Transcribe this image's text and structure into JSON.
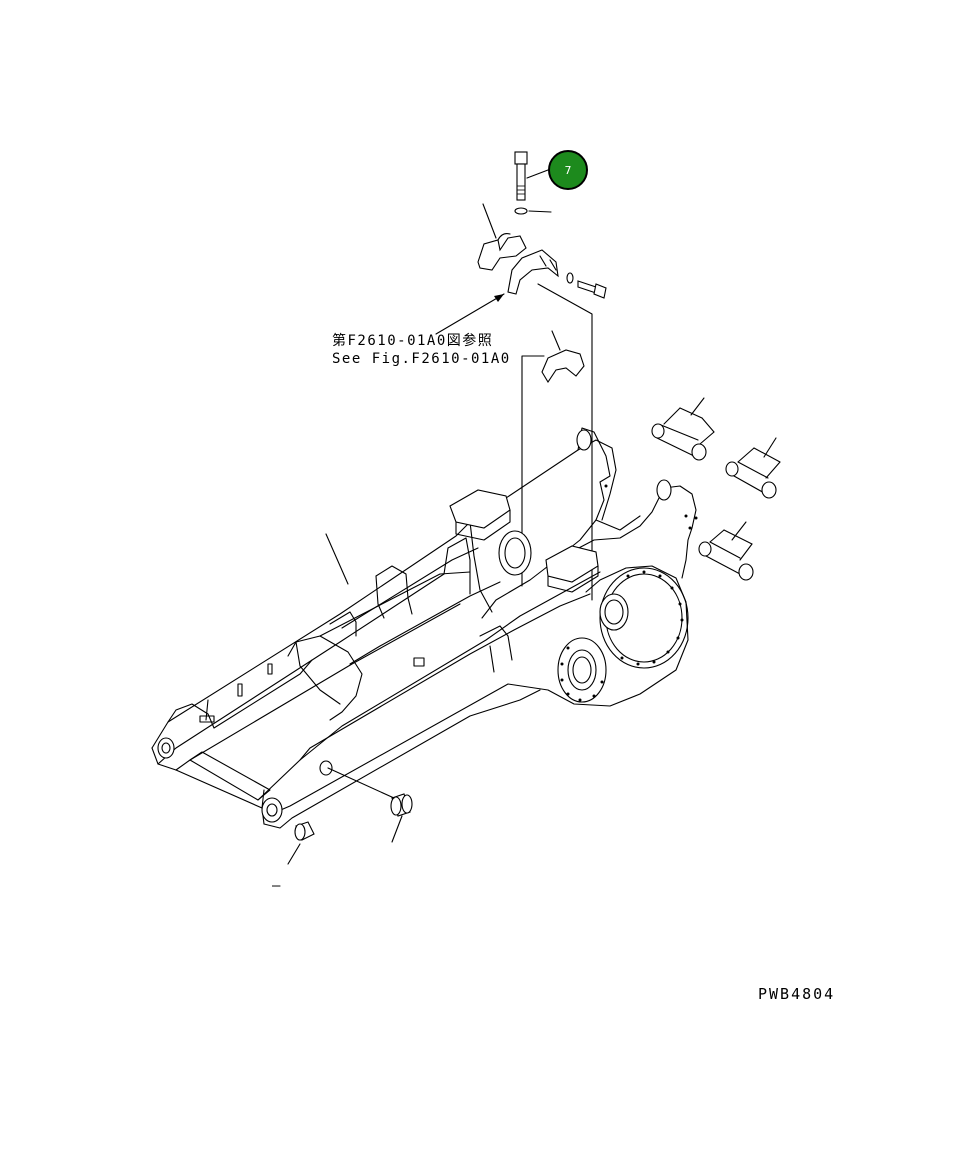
{
  "reference": {
    "japanese": "第F2610-01A0図参照",
    "english": "See Fig.F2610-01A0"
  },
  "figure_code": "PWB4804",
  "callouts": [
    {
      "number": "7",
      "color": "#1d8a1d"
    }
  ],
  "part_marker": "–"
}
